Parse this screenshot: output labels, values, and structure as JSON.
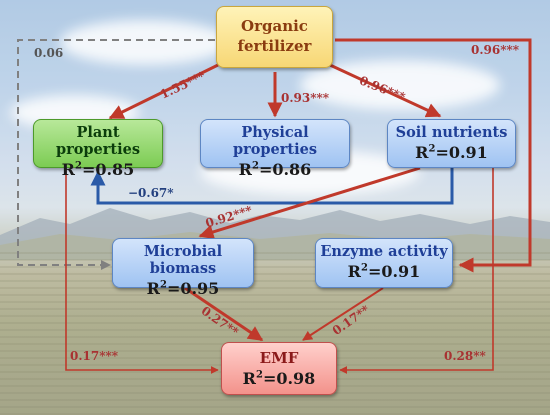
{
  "nodes": {
    "organic": {
      "line1": "Organic",
      "line2": "fertilizer"
    },
    "plant": {
      "title": "Plant properties",
      "r2_value": "=0.85"
    },
    "physical": {
      "title": "Physical properties",
      "r2_value": "=0.86"
    },
    "soil": {
      "title": "Soil nutrients",
      "r2_value": "=0.91"
    },
    "microbial": {
      "title": "Microbial biomass",
      "r2_value": "=0.95"
    },
    "enzyme": {
      "title": "Enzyme activity",
      "r2_value": "=0.91"
    },
    "emf": {
      "title": "EMF",
      "r2_value": "=0.98"
    }
  },
  "r2_prefix": "R",
  "r2_sup": "2",
  "paths": {
    "organic_plant": "1.55***",
    "organic_physical": "0.93***",
    "organic_soil": "0.96***",
    "organic_enzyme": "0.96***",
    "organic_microbial": "0.06",
    "soil_plant": "−0.67*",
    "soil_microbial": "0.92***",
    "microbial_emf": "0.27**",
    "enzyme_emf": "0.17**",
    "plant_emf": "0.17***",
    "soil_emf": "0.28**"
  },
  "colors": {
    "arrow_red": "#c0392b",
    "arrow_blue": "#2a5aa8",
    "arrow_dashed": "#808080",
    "label_red": "#a83232",
    "label_blue": "#23407f"
  }
}
